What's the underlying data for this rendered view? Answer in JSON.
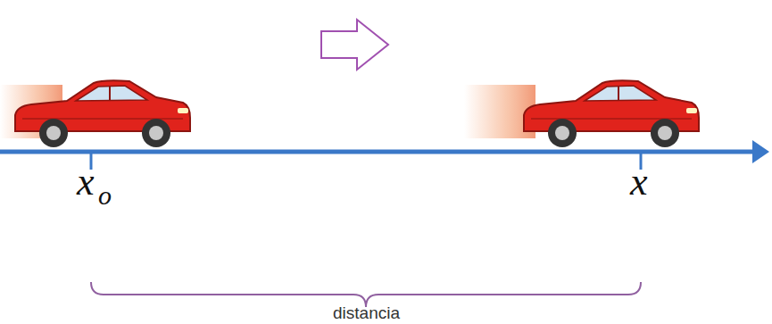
{
  "diagram": {
    "labels": [
      "x",
      "o",
      "x",
      "distancia"
    ]
  }
}
